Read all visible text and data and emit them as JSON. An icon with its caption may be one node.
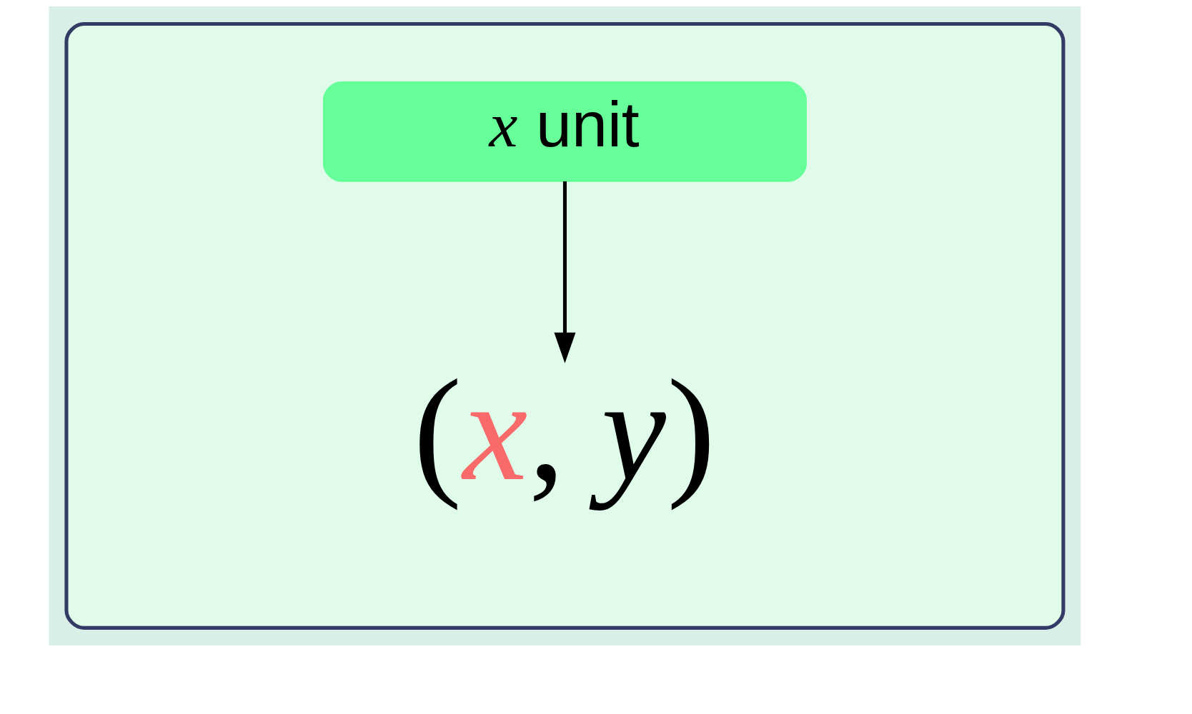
{
  "diagram": {
    "nodes": [
      {
        "text": [],
        "shape": "box"
      },
      {
        "text": [
          "*x* unit"
        ],
        "in": 0
      },
      {
        "text": [
          "(*x*, *y*)"
        ],
        "in": 0
      }
    ],
    "edges": [
      {
        "from": 1,
        "to": 2,
        "arrow": "to"
      }
    ]
  }
}
